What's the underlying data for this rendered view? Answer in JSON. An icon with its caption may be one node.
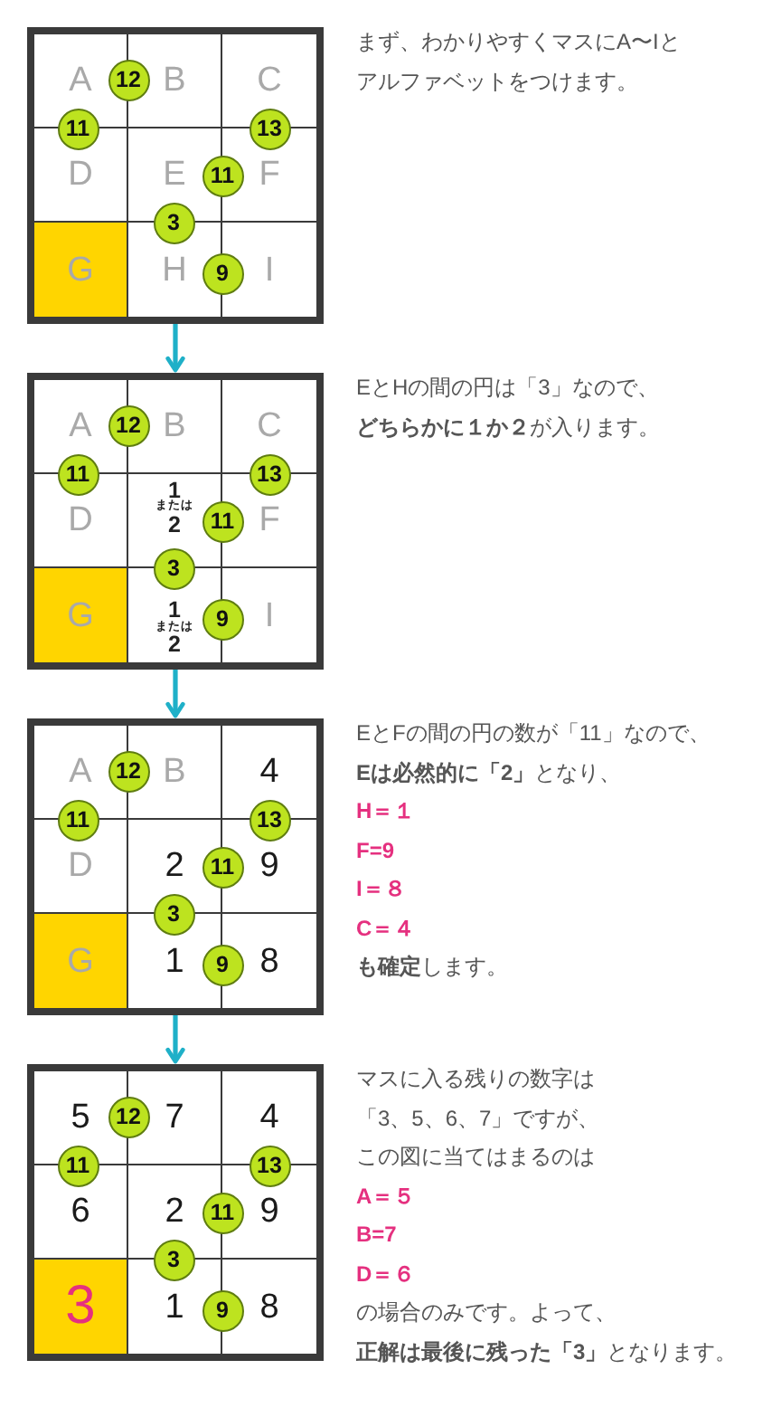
{
  "diagram": {
    "nodes": [
      {
        "text": [],
        "shape": "box",
        "beside": [
          "まず、わかりやすくマスにA〜Iと",
          "アルファベットをつけます。"
        ]
      },
      {
        "text": [
          "A"
        ],
        "in": 0
      },
      {
        "text": [
          "12"
        ],
        "in": 0
      },
      {
        "text": [
          "B"
        ],
        "in": 0
      },
      {
        "text": [
          "C"
        ],
        "in": 0
      },
      {
        "text": [
          "11"
        ],
        "in": 0
      },
      {
        "text": [
          "13"
        ],
        "in": 0
      },
      {
        "text": [
          "D"
        ],
        "in": 0
      },
      {
        "text": [
          "E"
        ],
        "in": 0
      },
      {
        "text": [
          "11"
        ],
        "in": 0
      },
      {
        "text": [
          "F"
        ],
        "in": 0
      },
      {
        "text": [
          "3"
        ],
        "in": 0
      },
      {
        "text": [
          "G"
        ],
        "in": 0
      },
      {
        "text": [
          "H"
        ],
        "in": 0
      },
      {
        "text": [
          "9"
        ],
        "in": 0
      },
      {
        "text": [
          "I"
        ],
        "in": 0
      },
      {
        "text": [],
        "shape": "box",
        "beside": [
          "EとHの間の円は「3」なので、",
          "**どちらかに１か２**が入ります。"
        ]
      },
      {
        "text": [
          "A"
        ],
        "in": 16
      },
      {
        "text": [
          "12"
        ],
        "in": 16
      },
      {
        "text": [
          "B"
        ],
        "in": 16
      },
      {
        "text": [
          "C"
        ],
        "in": 16
      },
      {
        "text": [
          "11"
        ],
        "in": 16
      },
      {
        "text": [
          "13"
        ],
        "in": 16
      },
      {
        "text": [
          "D"
        ],
        "in": 16
      },
      {
        "text": [
          "1",
          "または",
          "2"
        ],
        "in": 16
      },
      {
        "text": [
          "11"
        ],
        "in": 16
      },
      {
        "text": [
          "F"
        ],
        "in": 16
      },
      {
        "text": [
          "3"
        ],
        "in": 16
      },
      {
        "text": [
          "G"
        ],
        "in": 16
      },
      {
        "text": [
          "1",
          "または",
          "2"
        ],
        "in": 16
      },
      {
        "text": [
          "9"
        ],
        "in": 16
      },
      {
        "text": [
          "I"
        ],
        "in": 16
      },
      {
        "text": [],
        "shape": "box",
        "beside": [
          "EとFの間の円の数が「11」なので、",
          "**Eは必然的に「2」**となり、",
          "H＝１",
          "F=9",
          "I＝８",
          "C＝４",
          "**も確定**します。"
        ]
      },
      {
        "text": [
          "A"
        ],
        "in": 32
      },
      {
        "text": [
          "12"
        ],
        "in": 32
      },
      {
        "text": [
          "B"
        ],
        "in": 32
      },
      {
        "text": [
          "4"
        ],
        "in": 32
      },
      {
        "text": [
          "11"
        ],
        "in": 32
      },
      {
        "text": [
          "13"
        ],
        "in": 32
      },
      {
        "text": [
          "D"
        ],
        "in": 32
      },
      {
        "text": [
          "2"
        ],
        "in": 32
      },
      {
        "text": [
          "11"
        ],
        "in": 32
      },
      {
        "text": [
          "9"
        ],
        "in": 32
      },
      {
        "text": [
          "3"
        ],
        "in": 32
      },
      {
        "text": [
          "G"
        ],
        "in": 32
      },
      {
        "text": [
          "1"
        ],
        "in": 32
      },
      {
        "text": [
          "9"
        ],
        "in": 32
      },
      {
        "text": [
          "8"
        ],
        "in": 32
      },
      {
        "text": [],
        "shape": "box",
        "beside": [
          "マスに入る残りの数字は",
          "「3、5、6、7」ですが、",
          "この図に当てはまるのは",
          "A＝５",
          "B=7",
          "D＝６",
          "の場合のみです。よって、",
          "**正解は最後に残った「3」**となります。"
        ]
      },
      {
        "text": [
          "5"
        ],
        "in": 48
      },
      {
        "text": [
          "12"
        ],
        "in": 48
      },
      {
        "text": [
          "7"
        ],
        "in": 48
      },
      {
        "text": [
          "4"
        ],
        "in": 48
      },
      {
        "text": [
          "11"
        ],
        "in": 48
      },
      {
        "text": [
          "13"
        ],
        "in": 48
      },
      {
        "text": [
          "6"
        ],
        "in": 48
      },
      {
        "text": [
          "2"
        ],
        "in": 48
      },
      {
        "text": [
          "11"
        ],
        "in": 48
      },
      {
        "text": [
          "9"
        ],
        "in": 48
      },
      {
        "text": [
          "3"
        ],
        "in": 48
      },
      {
        "text": [
          "3"
        ],
        "in": 48
      },
      {
        "text": [
          "1"
        ],
        "in": 48
      },
      {
        "text": [
          "9"
        ],
        "in": 48
      },
      {
        "text": [
          "8"
        ],
        "in": 48
      }
    ],
    "edges": [
      {
        "from": 0,
        "to": 16,
        "arrow": "to"
      },
      {
        "from": 16,
        "to": 32,
        "arrow": "to"
      },
      {
        "from": 32,
        "to": 48,
        "arrow": "to"
      }
    ]
  }
}
